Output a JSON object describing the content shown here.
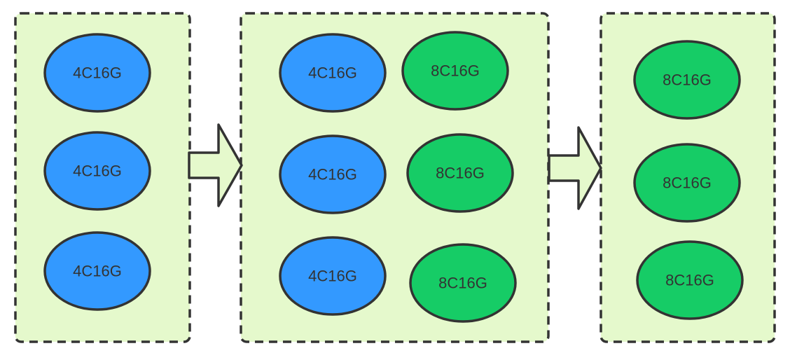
{
  "colors": {
    "box_fill": "#e5f9cc",
    "blue": "#3399ff",
    "green": "#16cc66",
    "stroke": "#333333"
  },
  "stages": [
    {
      "nodes": [
        {
          "label": "4C16G",
          "type": "blue"
        },
        {
          "label": "4C16G",
          "type": "blue"
        },
        {
          "label": "4C16G",
          "type": "blue"
        }
      ]
    },
    {
      "nodes": [
        {
          "label": "4C16G",
          "type": "blue"
        },
        {
          "label": "8C16G",
          "type": "green"
        },
        {
          "label": "4C16G",
          "type": "blue"
        },
        {
          "label": "8C16G",
          "type": "green"
        },
        {
          "label": "4C16G",
          "type": "blue"
        },
        {
          "label": "8C16G",
          "type": "green"
        }
      ]
    },
    {
      "nodes": [
        {
          "label": "8C16G",
          "type": "green"
        },
        {
          "label": "8C16G",
          "type": "green"
        },
        {
          "label": "8C16G",
          "type": "green"
        }
      ]
    }
  ]
}
